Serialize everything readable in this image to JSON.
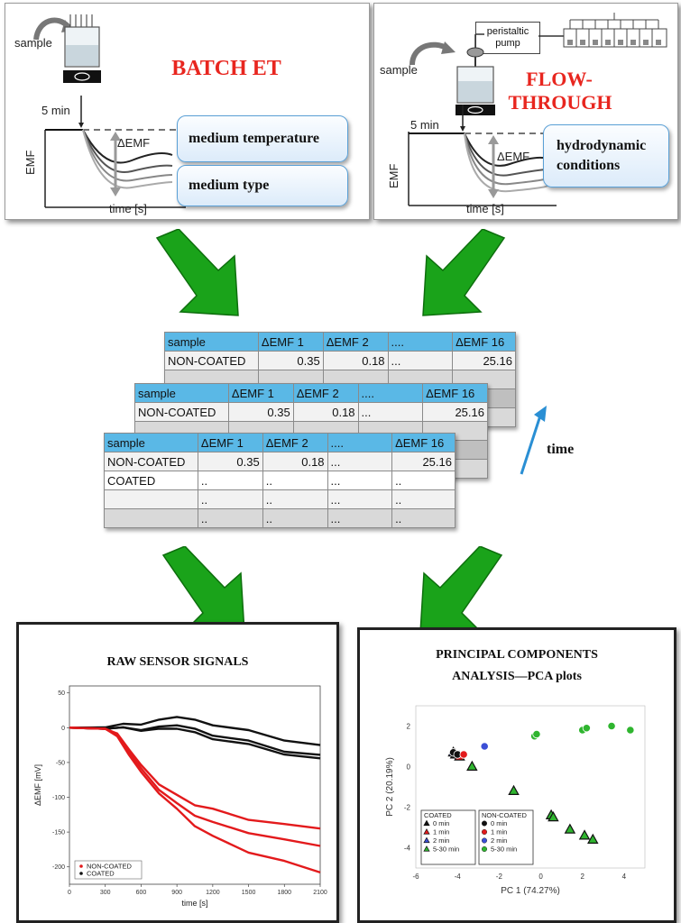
{
  "batch_panel": {
    "sample_label": "sample",
    "title": "BATCH ET",
    "time_marker": "5 min",
    "delta_label": "ΔEMF",
    "y_label": "EMF",
    "x_label": "time [s]",
    "factors": [
      "medium temperature",
      "medium type"
    ]
  },
  "flow_panel": {
    "pump_label": "peristaltic pump",
    "sample_label": "sample",
    "title_line1": "FLOW-",
    "title_line2": "THROUGH",
    "time_marker": "5 min",
    "delta_label": "ΔEMF",
    "y_label": "EMF",
    "x_label": "time [s]",
    "factor": "hydrodynamic conditions"
  },
  "tables": {
    "headers": [
      "sample",
      "ΔEMF 1",
      "ΔEMF 2",
      "....",
      "ΔEMF 16"
    ],
    "row_noncoated": [
      "NON-COATED",
      "0.35",
      "0.18",
      "...",
      "25.16"
    ],
    "row_coated_label": "COATED",
    "placeholder": "..",
    "placeholder_dots": "..."
  },
  "time_arrow_label": "time",
  "colors": {
    "arrow_green": "#1aa31a",
    "table_header": "#5ab8e6",
    "title_red": "#e8261f",
    "signal_red": "#e31a1c",
    "signal_black": "#111111",
    "pca_green": "#2fb52f"
  },
  "raw_signals": {
    "title": "RAW SENSOR SIGNALS"
  },
  "pca": {
    "title_line1": "PRINCIPAL COMPONENTS",
    "title_line2": "ANALYSIS—PCA plots"
  },
  "chart_data": [
    {
      "type": "line",
      "title": "RAW SENSOR SIGNALS",
      "xlabel": "time [s]",
      "ylabel": "ΔEMF [mV]",
      "xlim": [
        0,
        2100
      ],
      "ylim": [
        -225,
        60
      ],
      "x_ticks": [
        "0",
        "300",
        "600",
        "900",
        "1200",
        "1500",
        "1800",
        "2100"
      ],
      "y_ticks": [
        "50",
        "0",
        "-50",
        "-100",
        "-150",
        "-200"
      ],
      "legend": [
        "NON-COATED",
        "COATED"
      ],
      "legend_position": "bottom-left",
      "series": [
        {
          "name": "COATED",
          "color": "#111111",
          "x": [
            0,
            300,
            450,
            600,
            750,
            900,
            1050,
            1200,
            1500,
            1800,
            2100
          ],
          "y": [
            0,
            2,
            4,
            6,
            10,
            17,
            10,
            5,
            -5,
            -17,
            -25
          ]
        },
        {
          "name": "COATED",
          "color": "#111111",
          "x": [
            0,
            300,
            450,
            600,
            750,
            900,
            1050,
            1200,
            1500,
            1800,
            2100
          ],
          "y": [
            0,
            0,
            -1,
            -2,
            0,
            5,
            -3,
            -10,
            -20,
            -33,
            -39
          ]
        },
        {
          "name": "COATED",
          "color": "#111111",
          "x": [
            0,
            300,
            450,
            600,
            750,
            900,
            1050,
            1200,
            1500,
            1800,
            2100
          ],
          "y": [
            0,
            0,
            -1,
            -3,
            -3,
            0,
            -8,
            -15,
            -25,
            -37,
            -44
          ]
        },
        {
          "name": "NON-COATED",
          "color": "#e31a1c",
          "x": [
            0,
            300,
            400,
            500,
            600,
            750,
            900,
            1050,
            1200,
            1500,
            1800,
            2100
          ],
          "y": [
            0,
            0,
            -10,
            -30,
            -55,
            -80,
            -98,
            -110,
            -118,
            -131,
            -140,
            -145
          ]
        },
        {
          "name": "NON-COATED",
          "color": "#e31a1c",
          "x": [
            0,
            300,
            400,
            500,
            600,
            750,
            900,
            1050,
            1200,
            1500,
            1800,
            2100
          ],
          "y": [
            0,
            0,
            -12,
            -34,
            -60,
            -88,
            -110,
            -125,
            -137,
            -150,
            -162,
            -170
          ]
        },
        {
          "name": "NON-COATED",
          "color": "#e31a1c",
          "x": [
            0,
            300,
            400,
            500,
            600,
            750,
            900,
            1050,
            1200,
            1500,
            1800,
            2100
          ],
          "y": [
            0,
            0,
            -14,
            -38,
            -65,
            -93,
            -118,
            -140,
            -157,
            -178,
            -193,
            -208
          ]
        }
      ]
    },
    {
      "type": "scatter",
      "title": "PRINCIPAL COMPONENTS ANALYSIS—PCA plots",
      "xlabel": "PC 1 (74.27%)",
      "ylabel": "PC 2 (20.19%)",
      "xlim": [
        -6,
        5
      ],
      "ylim": [
        -5,
        3
      ],
      "x_ticks": [
        "-6",
        "-4",
        "-2",
        "0",
        "2",
        "4"
      ],
      "y_ticks": [
        "2",
        "0",
        "-2",
        "-4"
      ],
      "legend_groups": [
        "COATED",
        "NON-COATED"
      ],
      "series": [
        {
          "name": "0 min",
          "group": "COATED",
          "marker": "triangle",
          "color": "#111111",
          "x": [
            -4.1
          ],
          "y": [
            0.6
          ]
        },
        {
          "name": "1 min",
          "group": "COATED",
          "marker": "triangle",
          "color": "#e31a1c",
          "x": [
            -3.9
          ],
          "y": [
            0.5
          ]
        },
        {
          "name": "2 min",
          "group": "COATED",
          "marker": "triangle",
          "color": "#3b4fd6",
          "x": [
            -4.2
          ],
          "y": [
            0.7
          ]
        },
        {
          "name": "5-30 min",
          "group": "COATED",
          "marker": "triangle",
          "color": "#2fb52f",
          "x": [
            -3.3,
            -1.3,
            0.5,
            0.6,
            1.4,
            2.1,
            2.5
          ],
          "y": [
            0.0,
            -1.2,
            -2.4,
            -2.5,
            -3.1,
            -3.4,
            -3.6
          ]
        },
        {
          "name": "0 min",
          "group": "NON-COATED",
          "marker": "circle",
          "color": "#111111",
          "x": [
            -4.2,
            -4.0
          ],
          "y": [
            0.7,
            0.6
          ]
        },
        {
          "name": "1 min",
          "group": "NON-COATED",
          "marker": "circle",
          "color": "#e31a1c",
          "x": [
            -3.7
          ],
          "y": [
            0.6
          ]
        },
        {
          "name": "2 min",
          "group": "NON-COATED",
          "marker": "circle",
          "color": "#3b4fd6",
          "x": [
            -2.7
          ],
          "y": [
            1.0
          ]
        },
        {
          "name": "5-30 min",
          "group": "NON-COATED",
          "marker": "circle",
          "color": "#2fb52f",
          "x": [
            -0.3,
            -0.2,
            2.0,
            2.2,
            3.4,
            4.3
          ],
          "y": [
            1.5,
            1.6,
            1.8,
            1.9,
            2.0,
            1.8
          ]
        }
      ]
    }
  ]
}
